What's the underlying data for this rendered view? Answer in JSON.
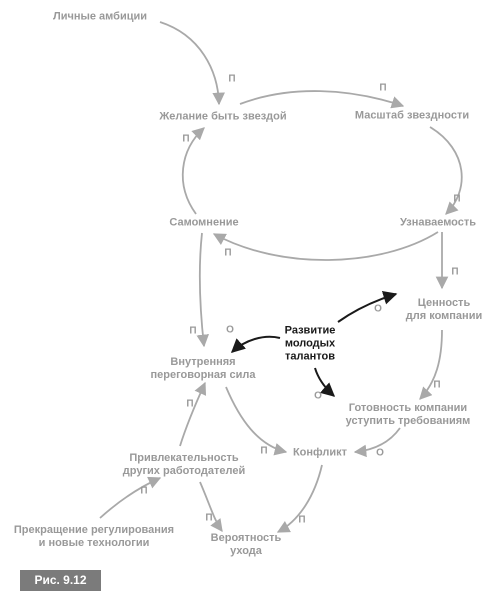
{
  "nodes": {
    "ambitions": "Личные амбиции",
    "desire_star": "Желание быть звездой",
    "star_scale": "Масштаб звездности",
    "self_esteem": "Самомнение",
    "recognition": "Узнаваемость",
    "company_value_1": "Ценность",
    "company_value_2": "для компании",
    "talent_1": "Развитие",
    "talent_2": "молодых",
    "talent_3": "талантов",
    "internal_power_1": "Внутренняя",
    "internal_power_2": "переговорная сила",
    "readiness_1": "Готовность компании",
    "readiness_2": "уступить требованиям",
    "attractiveness_1": "Привлекательность",
    "attractiveness_2": "других работодателей",
    "conflict": "Конфликт",
    "dereg_1": "Прекращение регулирования",
    "dereg_2": "и новые технологии",
    "leave_1": "Вероятность",
    "leave_2": "ухода"
  },
  "polarity": {
    "positive": "П",
    "negative": "О"
  },
  "figure_label": "Рис. 9.12",
  "colors": {
    "gray": "#999999",
    "arrow_gray": "#a9a9a9",
    "dark": "#1a1a1a",
    "label_bg": "#7b7b7b"
  }
}
